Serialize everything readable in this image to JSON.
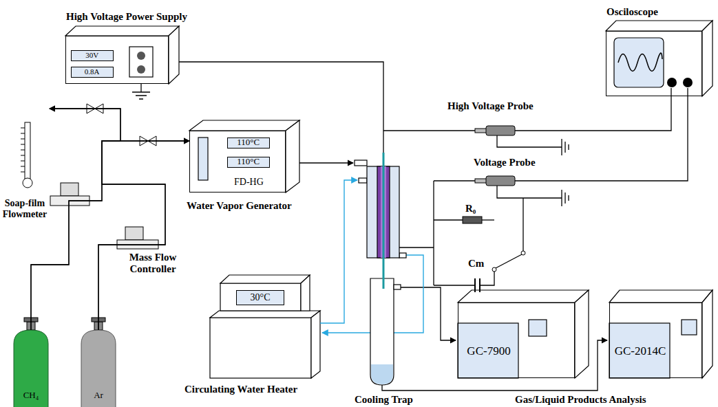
{
  "diagram": {
    "nodes": [
      {
        "text": [
          "High Voltage Power Supply"
        ]
      },
      {
        "text": [
          "30V"
        ],
        "in": 0
      },
      {
        "text": [
          "0.8A"
        ],
        "in": 0
      },
      {
        "text": [
          "Osciloscope"
        ]
      },
      {
        "text": [
          "Soap-film Flowmeter"
        ]
      },
      {
        "text": [
          "Water Vapor Generator",
          "FD-HG"
        ]
      },
      {
        "text": [
          "110°C"
        ],
        "in": 5
      },
      {
        "text": [
          "110°C"
        ],
        "in": 5
      },
      {
        "text": [
          "Circulating Water Heater"
        ]
      },
      {
        "text": [
          "30°C"
        ],
        "in": 8
      },
      {
        "text": [
          "CH₄"
        ]
      },
      {
        "text": [
          "Ar"
        ]
      },
      {
        "text": [
          "GC-7900"
        ]
      },
      {
        "text": [
          "GC-2014C"
        ]
      }
    ],
    "edges": [
      {
        "from": 10,
        "to": 5,
        "arrow": "to"
      },
      {
        "from": 11,
        "to": 5,
        "arrow": "to"
      },
      {
        "from": 10,
        "to": 4,
        "arrow": "to"
      },
      {
        "from": 11,
        "to": 4,
        "arrow": "to"
      }
    ],
    "labels": [
      "High Voltage Probe",
      "Voltage Probe",
      "R₀",
      "Cm",
      "Mass Flow Controller",
      "Cooling Trap",
      "Gas/Liquid Products Analysis"
    ]
  }
}
